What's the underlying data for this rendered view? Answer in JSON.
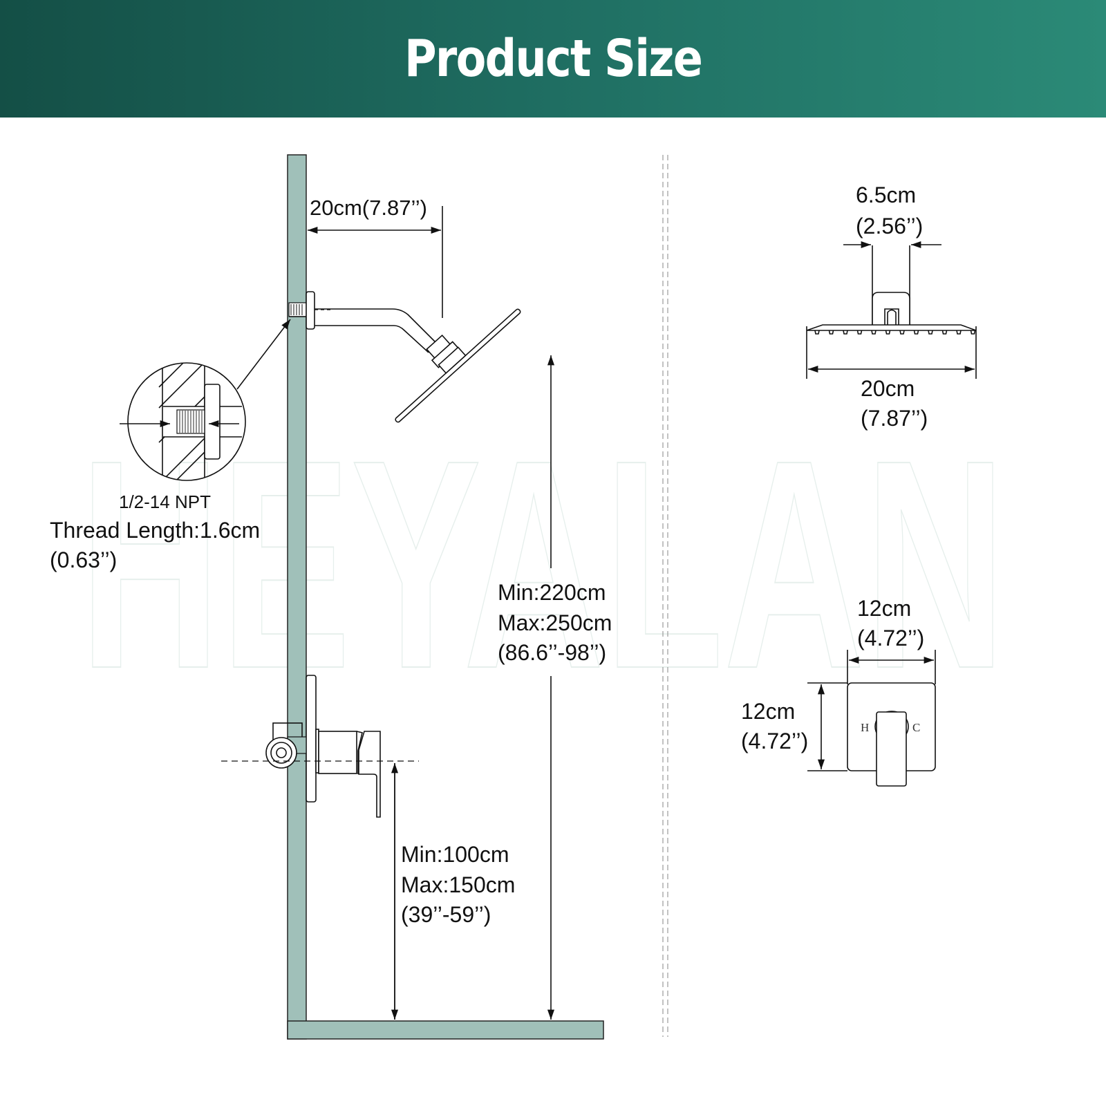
{
  "header": {
    "title": "Product Size"
  },
  "watermark": "HEYALAN",
  "colors": {
    "header_start": "#144f46",
    "header_end": "#2b8a77",
    "wall": "#a0c0b9"
  },
  "side_view": {
    "arm_reach": "20cm(7.87’’)",
    "thread_spec": "1/2-14 NPT",
    "thread_length": "Thread Length:1.6cm",
    "thread_length_in": "(0.63’’)",
    "head_height_min": "Min:220cm",
    "head_height_max": "Max:250cm",
    "head_height_in": "(86.6’’-98’’)",
    "valve_height_min": "Min:100cm",
    "valve_height_max": "Max:150cm",
    "valve_height_in": "(39’’-59’’)"
  },
  "head_front": {
    "neck_width": "6.5cm",
    "neck_width_in": "(2.56’’)",
    "width": "20cm",
    "width_in": "(7.87’’)"
  },
  "trim_front": {
    "width": "12cm",
    "width_in": "(4.72’’)",
    "height": "12cm",
    "height_in": "(4.72’’)",
    "hot_label": "H",
    "cold_label": "C"
  }
}
